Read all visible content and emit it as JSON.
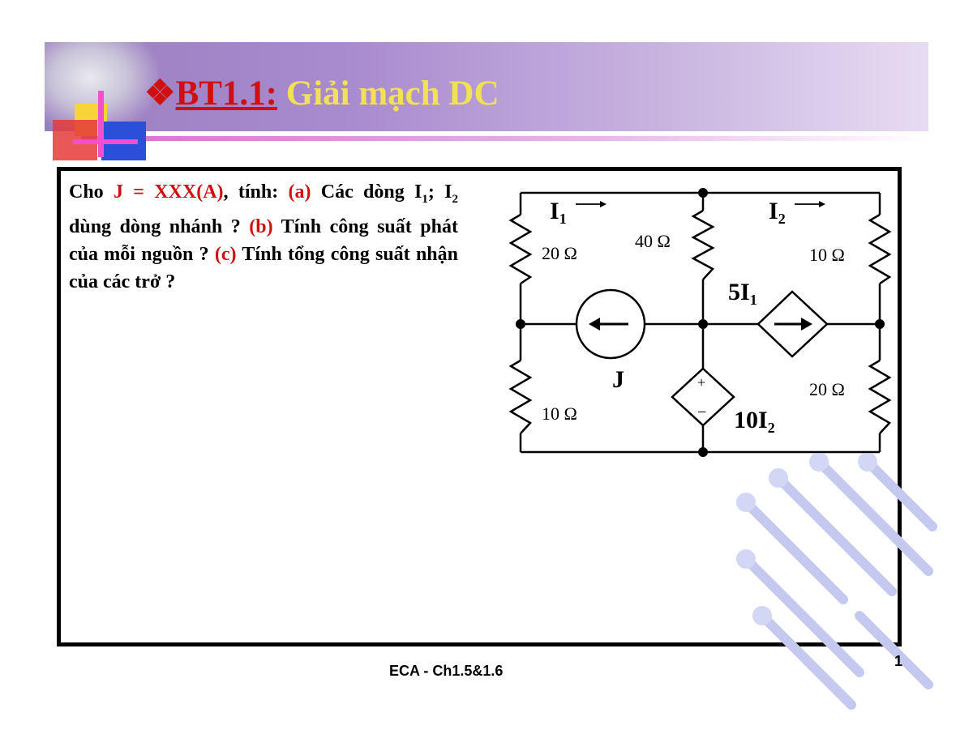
{
  "header": {
    "bullet": "❖",
    "code": "BT1.1:",
    "title": " Giải mạch DC"
  },
  "problem": {
    "p1": "Cho ",
    "j_value": "J = XXX(A)",
    "p2": ", tính: ",
    "a_label": "(a)",
    "p3": " Các dòng I",
    "sub1": "1",
    "p4": "; I",
    "sub2": "2",
    "p5": " dùng dòng nhánh ? ",
    "b_label": "(b)",
    "p6": " Tính công suất phát của  mỗi nguồn ? ",
    "c_label": "(c)",
    "p7": " Tính tổng công suất nhận của các trở ?"
  },
  "circuit": {
    "i1_label": "I",
    "i1_sub": "1",
    "i2_label": "I",
    "i2_sub": "2",
    "r_20_top": "20 Ω",
    "r_40": "40 Ω",
    "r_10_top": "10 Ω",
    "r_10_bottom": "10 Ω",
    "r_20_bottom": "20 Ω",
    "dep_current_label": "5I",
    "dep_current_sub": "1",
    "current_source_label": "J",
    "dep_voltage_label": "10I",
    "dep_voltage_sub": "2",
    "plus": "+",
    "minus": "−"
  },
  "footer": {
    "text": "ECA - Ch1.5&1.6",
    "page_number": "1"
  },
  "colors": {
    "banner": "#a98bcf",
    "title": "#f2e055",
    "accent_red": "#d01010",
    "deco_blue": "#7a83d6"
  }
}
